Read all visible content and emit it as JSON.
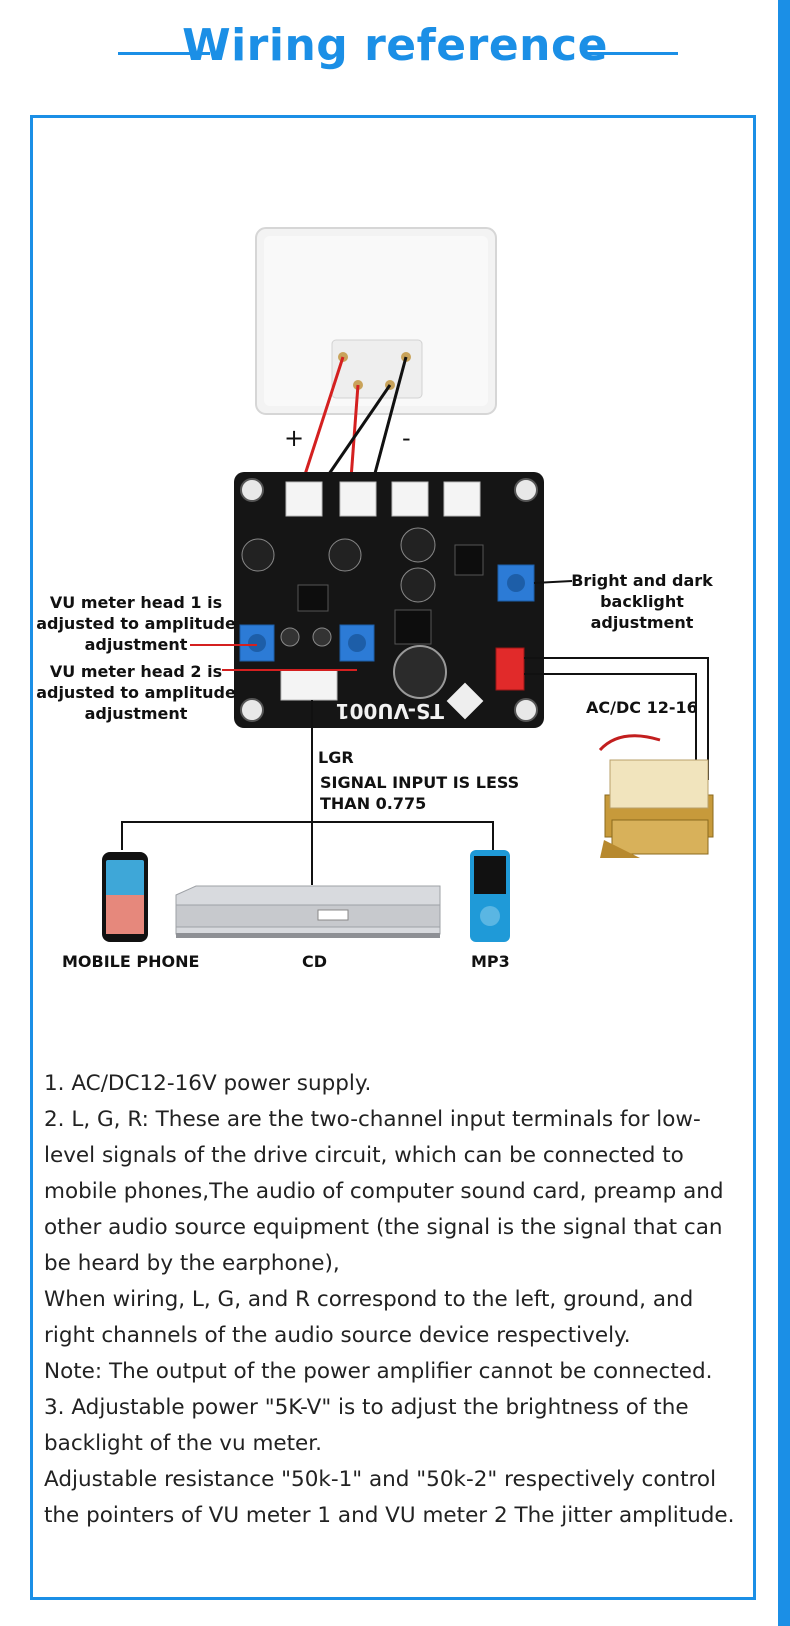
{
  "header": {
    "title": "Wiring reference"
  },
  "diagram": {
    "plus_symbol": "+",
    "minus_symbol": "-",
    "board_label": "TS-VU001",
    "annotations": {
      "backlight": [
        "Bright and dark",
        "backlight adjustment"
      ],
      "head1": [
        "VU meter head 1 is",
        "adjusted to amplitude",
        "adjustment"
      ],
      "head2": [
        "VU meter head 2 is",
        "adjusted to amplitude",
        "adjustment"
      ],
      "power": "AC/DC 12-16",
      "lgr": "LGR",
      "signal": [
        "SIGNAL INPUT IS LESS",
        "THAN 0.775"
      ]
    },
    "devices": {
      "mobile": "MOBILE PHONE",
      "cd": "CD",
      "mp3": "MP3"
    }
  },
  "description": [
    "1. AC/DC12-16V power supply.",
    "2. L, G, R: These are the two-channel input terminals for low-level signals of the drive circuit, which can be connected to mobile phones,The audio of computer sound card, preamp and other audio source equipment (the signal is the signal that can be heard by the earphone),",
    "When wiring, L, G, and R correspond to the left, ground, and right channels of the audio source device respectively.",
    "Note: The output of the power amplifier cannot be connected.",
    "3. Adjustable power \"5K-V\" is to adjust the brightness of the backlight of the vu meter.",
    "Adjustable resistance \"50k-1\" and \"50k-2\" respectively control the pointers of VU meter 1 and VU meter 2 The jitter amplitude."
  ],
  "colors": {
    "accent": "#1b8fe6",
    "board": "#151515",
    "wire_red": "#d42020"
  }
}
